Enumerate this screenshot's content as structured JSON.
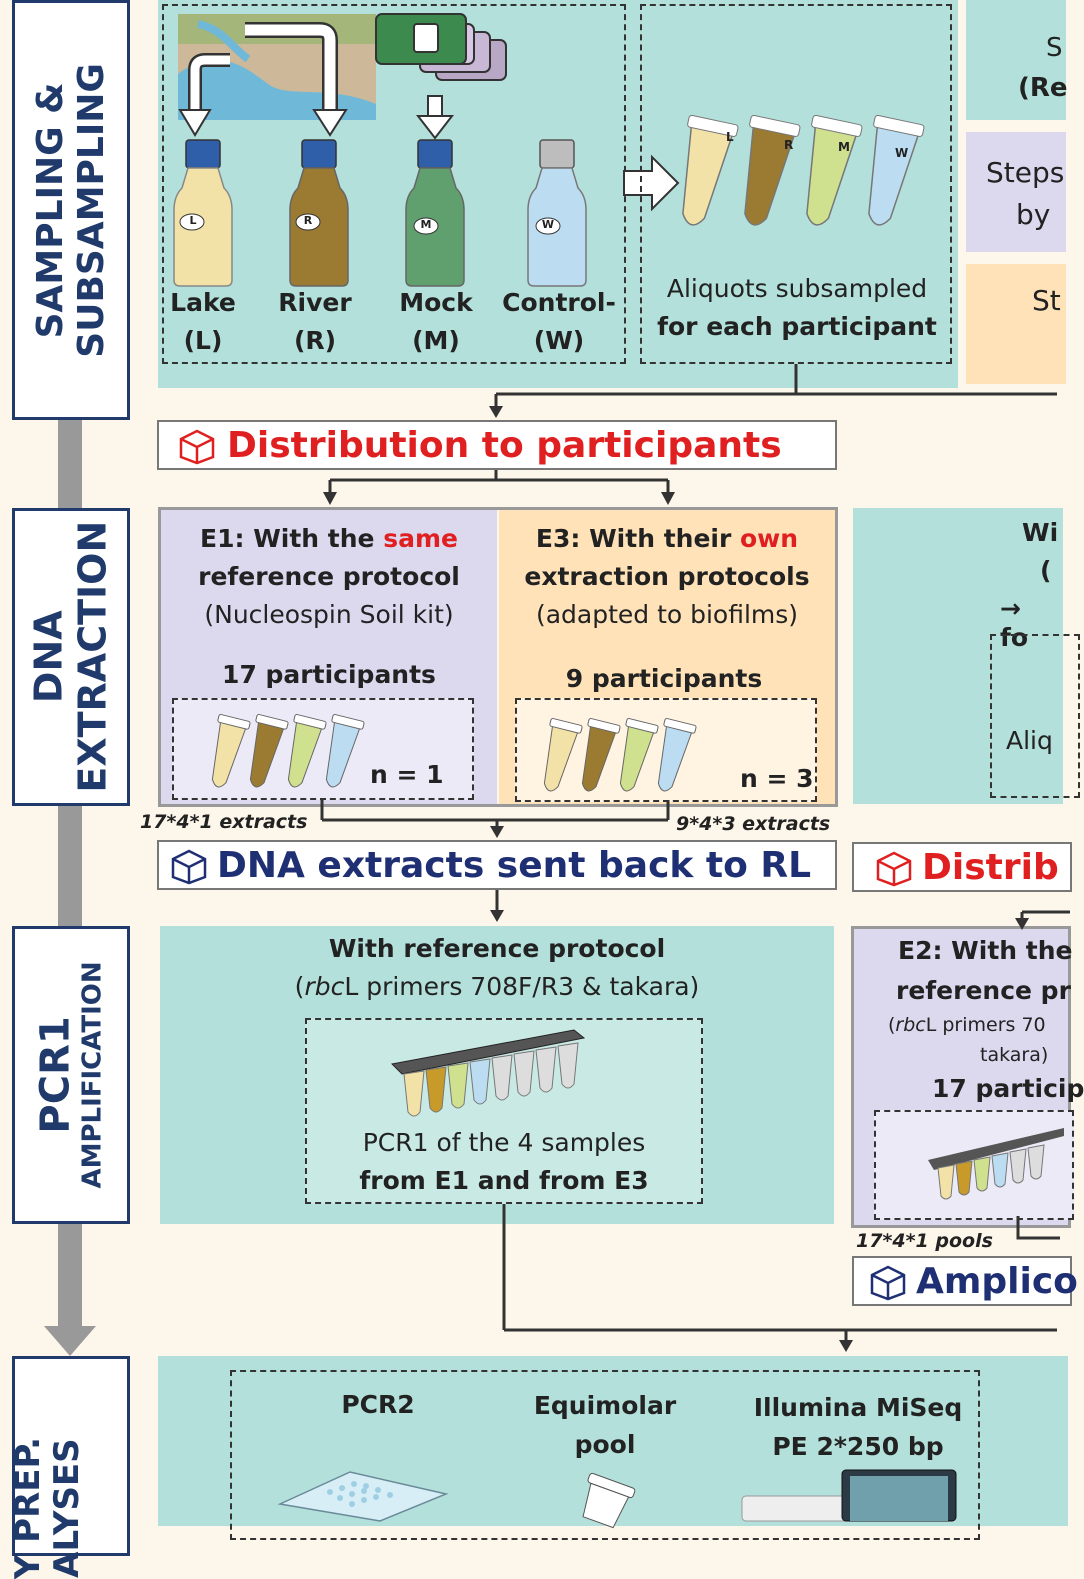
{
  "stages": {
    "sampling": "SAMPLING &",
    "sampling2": "SUBSAMPLING",
    "dna": "DNA",
    "dna2": "EXTRACTION",
    "pcr": "PCR1",
    "pcr2": "AMPLIFICATION",
    "lib": "Y PREP.",
    "lib2": "ALYSES"
  },
  "sampling": {
    "lake": "Lake",
    "lake_code": "(L)",
    "river": "River",
    "river_code": "(R)",
    "mock": "Mock",
    "mock_code": "(M)",
    "control": "Control-",
    "control_code": "(W)",
    "aliquots_line1": "Aliquots subsampled",
    "aliquots_line2": "for each participant",
    "tube_labels": [
      "L",
      "R",
      "M",
      "W"
    ]
  },
  "legend": {
    "item1a": "S",
    "item1b": "(Re",
    "item2a": "Steps",
    "item2b": "by",
    "item3": "St"
  },
  "distribution": "Distribution to participants",
  "e1": {
    "title_prefix": "E1:  With the ",
    "title_hl": "same",
    "line2": "reference protocol",
    "line3": "(Nucleospin Soil kit)",
    "participants": "17 participants",
    "n": "n = 1",
    "extracts": "17*4*1 extracts"
  },
  "e3": {
    "title_prefix": "E3: With their ",
    "title_hl": "own",
    "line2": "extraction protocols",
    "line3": "(adapted to biofilms)",
    "participants": "9 participants",
    "n": "n = 3",
    "extracts": "9*4*3 extracts"
  },
  "right_dna": {
    "l1": "Wi",
    "l2": "(",
    "l3": "→ fo",
    "l4": "Aliq"
  },
  "dna_sent_back": "DNA extracts sent back to RL",
  "distrib_right": "Distrib",
  "pcr1": {
    "title": "With reference protocol",
    "sub_prefix": "(",
    "sub_italic": "rbc",
    "sub_rest": "L primers 708F/R3 & takara)",
    "box_line1": "PCR1 of the 4 samples",
    "box_line2": "from E1 and from E3"
  },
  "e2": {
    "title": "E2: With the",
    "line2": "reference pr",
    "sub_prefix": "(",
    "sub_italic": "rbc",
    "sub_rest": "L primers 70",
    "line4": "takara)",
    "participants": "17 particip",
    "pools": "17*4*1 pools",
    "amplico": "Amplico"
  },
  "library": {
    "pcr2": "PCR2",
    "equimolar_1": "Equimolar",
    "equimolar_2": "pool",
    "illumina_1": "Illumina MiSeq",
    "illumina_2": "PE 2*250 bp"
  },
  "colors": {
    "teal": "#b3e0da",
    "purple": "#dcd9ef",
    "peach": "#ffe2b8",
    "red": "#e02020",
    "navy": "#1f2f73",
    "lake": "#f3e2a8",
    "river": "#9b7a32",
    "mock": "#cfe08e",
    "control": "#bcdcf2"
  }
}
